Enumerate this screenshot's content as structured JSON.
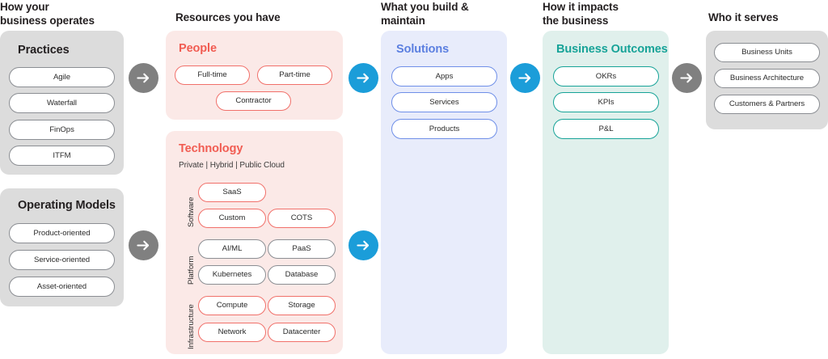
{
  "columns": [
    {
      "id": "operates",
      "heading": "How your\nbusiness operates"
    },
    {
      "id": "resources",
      "heading": "Resources you have"
    },
    {
      "id": "build",
      "heading": "What you build &\nmaintain"
    },
    {
      "id": "impacts",
      "heading": "How it impacts\nthe business"
    },
    {
      "id": "serves",
      "heading": "Who it serves"
    }
  ],
  "panels": {
    "practices": {
      "title": "Practices",
      "items": [
        "Agile",
        "Waterfall",
        "FinOps",
        "ITFM"
      ]
    },
    "operating_models": {
      "title": "Operating Models",
      "items": [
        "Product-oriented",
        "Service-oriented",
        "Asset-oriented"
      ]
    },
    "people": {
      "title": "People",
      "items": [
        "Full-time",
        "Part-time",
        "Contractor"
      ]
    },
    "technology": {
      "title": "Technology",
      "subtitle": "Private | Hybrid | Public Cloud",
      "rows": [
        {
          "label": "Software",
          "items": [
            "SaaS",
            "Custom",
            "COTS"
          ]
        },
        {
          "label": "Platform",
          "items": [
            "AI/ML",
            "PaaS",
            "Kubernetes",
            "Database"
          ]
        },
        {
          "label": "Infrastructure",
          "items": [
            "Compute",
            "Storage",
            "Network",
            "Datacenter"
          ]
        }
      ]
    },
    "solutions": {
      "title": "Solutions",
      "items": [
        "Apps",
        "Services",
        "Products"
      ]
    },
    "business_outcomes": {
      "title": "Business Outcomes",
      "items": [
        "OKRs",
        "KPIs",
        "P&L"
      ]
    },
    "audience": {
      "title": "",
      "items": [
        "Business Units",
        "Business Architecture",
        "Customers & Partners"
      ]
    }
  },
  "arrows": [
    {
      "id": "arrow-practices-to-people",
      "color": "grey",
      "icon": "arrow-right-icon"
    },
    {
      "id": "arrow-operating-to-technology",
      "color": "grey",
      "icon": "arrow-right-icon"
    },
    {
      "id": "arrow-people-to-solutions",
      "color": "blue",
      "icon": "arrow-right-icon"
    },
    {
      "id": "arrow-technology-to-solutions",
      "color": "blue",
      "icon": "arrow-right-icon"
    },
    {
      "id": "arrow-solutions-to-outcomes",
      "color": "blue",
      "icon": "arrow-right-icon"
    },
    {
      "id": "arrow-outcomes-to-audience",
      "color": "grey",
      "icon": "arrow-right-icon"
    }
  ],
  "colors": {
    "panel_grey": "#dcdcdc",
    "panel_pink": "#fbe9e7",
    "panel_blue": "#e8ecfb",
    "panel_teal": "#e0f0ec",
    "accent_red": "#f15c52",
    "accent_blue": "#5b7fe0",
    "accent_teal": "#17a398",
    "arrow_grey": "#808080",
    "arrow_blue": "#1b9dd9"
  }
}
